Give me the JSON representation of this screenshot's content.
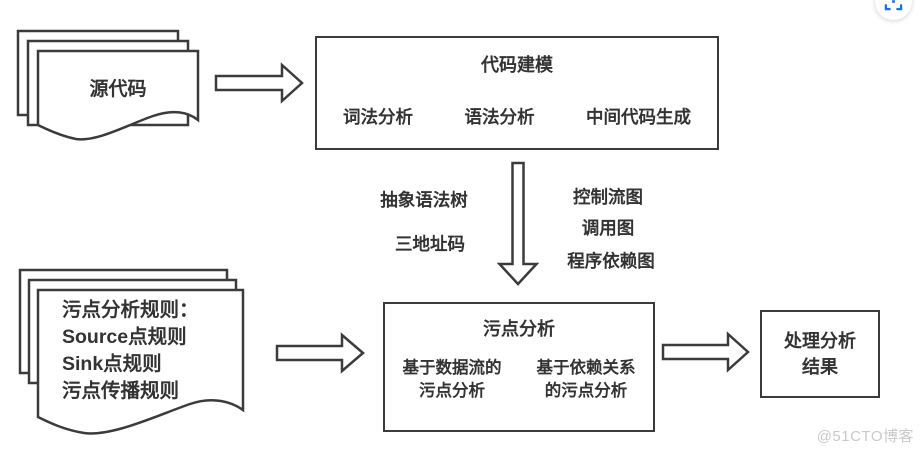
{
  "diagram": {
    "source_stack": {
      "label": "源代码"
    },
    "code_modeling_box": {
      "title": "代码建模",
      "items": [
        "词法分析",
        "语法分析",
        "中间代码生成"
      ]
    },
    "intermediate_labels": {
      "left": [
        "抽象语法树",
        "三地址码"
      ],
      "right": [
        "控制流图",
        "调用图",
        "程序依赖图"
      ]
    },
    "rules_stack": {
      "lines": [
        "污点分析规则：",
        "Source点规则",
        "Sink点规则",
        "污点传播规则"
      ]
    },
    "taint_analysis_box": {
      "title": "污点分析",
      "columns": [
        {
          "line1": "基于数据流的",
          "line2": "污点分析"
        },
        {
          "line1": "基于依赖关系",
          "line2": "的污点分析"
        }
      ]
    },
    "result_box": {
      "line1": "处理分析",
      "line2": "结果"
    },
    "watermark": "@51CTO博客",
    "colors": {
      "stroke": "#3b3b3b",
      "text": "#333333",
      "watermark": "#c9c9c9",
      "button_blue": "#1c6fdc"
    }
  }
}
